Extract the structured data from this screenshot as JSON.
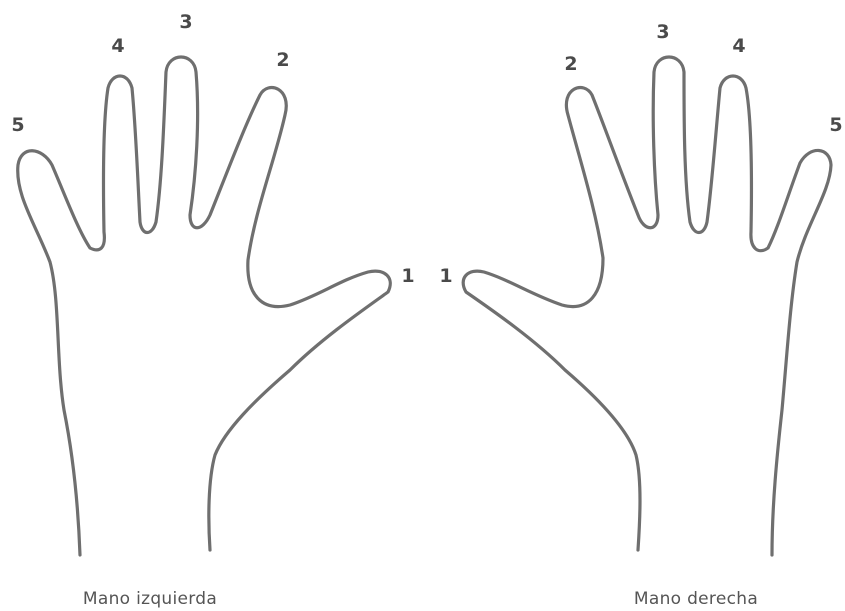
{
  "hands": {
    "left": {
      "caption": "Mano izquierda",
      "fingers": [
        {
          "finger": "1",
          "label": "1"
        },
        {
          "finger": "2",
          "label": "2"
        },
        {
          "finger": "3",
          "label": "3"
        },
        {
          "finger": "4",
          "label": "4"
        },
        {
          "finger": "5",
          "label": "5"
        }
      ]
    },
    "right": {
      "caption": "Mano derecha",
      "fingers": [
        {
          "finger": "1",
          "label": "1"
        },
        {
          "finger": "2",
          "label": "2"
        },
        {
          "finger": "3",
          "label": "3"
        },
        {
          "finger": "4",
          "label": "4"
        },
        {
          "finger": "5",
          "label": "5"
        }
      ]
    }
  },
  "colors": {
    "outline": "#6f6f6f",
    "text": "#4a4a4a",
    "background": "#ffffff"
  }
}
